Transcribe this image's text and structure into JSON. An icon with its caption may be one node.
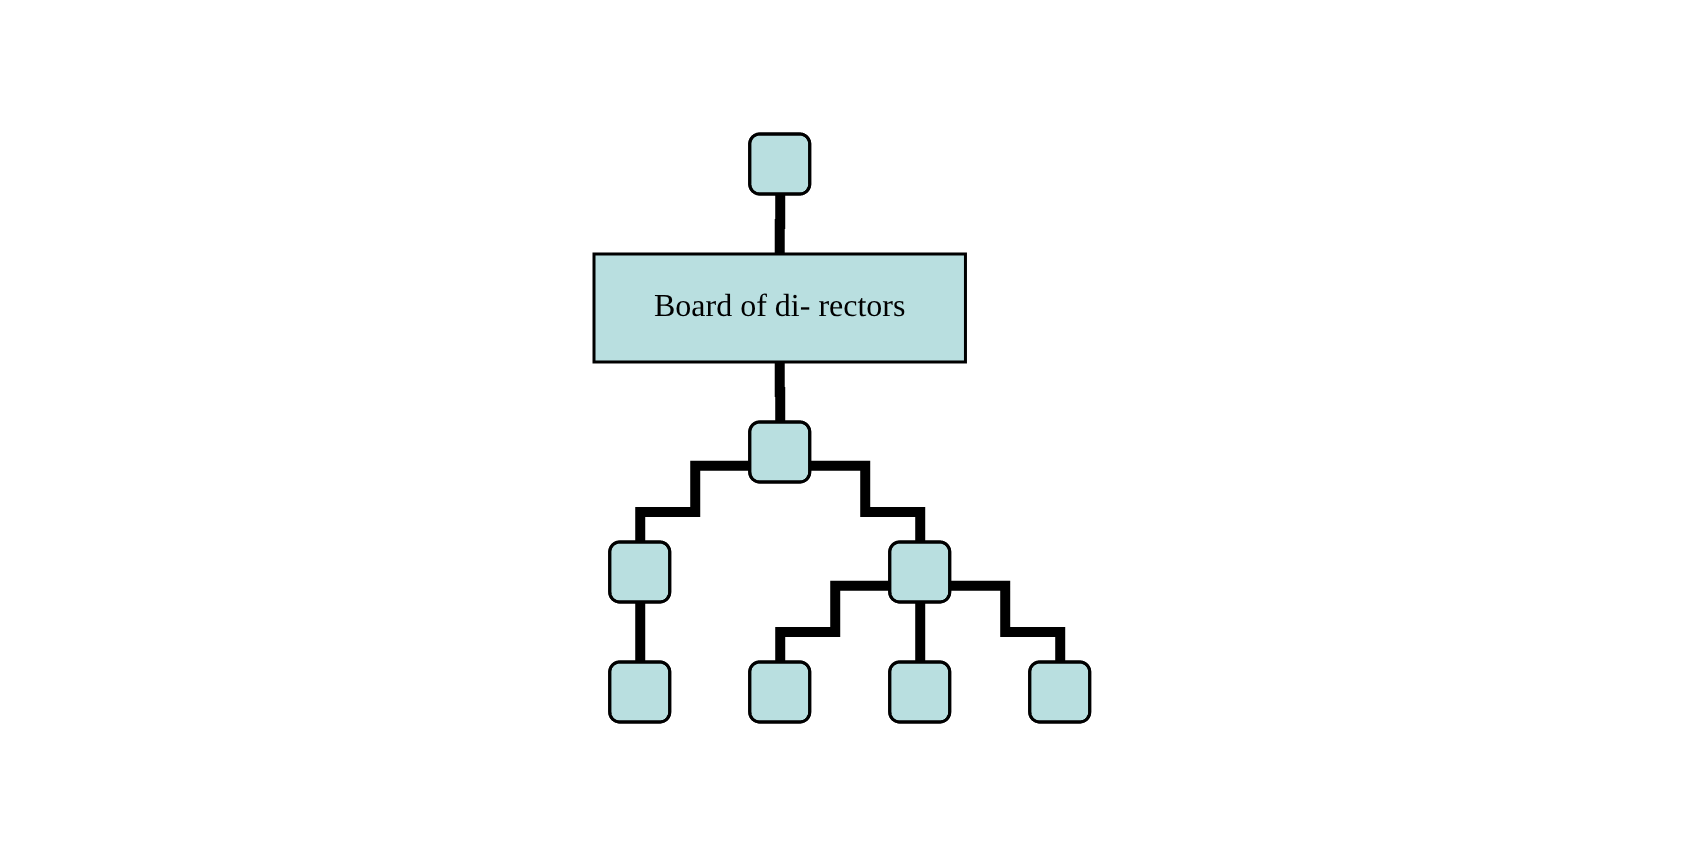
{
  "diagram": {
    "nodes": [
      {
        "text": [],
        "shape": "box"
      },
      {
        "text": [
          "Board of di- rectors"
        ]
      },
      {
        "text": [],
        "shape": "box"
      },
      {
        "text": [],
        "shape": "box"
      },
      {
        "text": [],
        "shape": "box"
      },
      {
        "text": [],
        "shape": "box"
      },
      {
        "text": [],
        "shape": "box"
      },
      {
        "text": [],
        "shape": "box"
      },
      {
        "text": [],
        "shape": "box"
      }
    ],
    "edges": [
      {
        "from": 0,
        "to": 1,
        "arrow": "none"
      },
      {
        "from": 1,
        "to": 2,
        "arrow": "none"
      },
      {
        "from": 2,
        "to": 3,
        "arrow": "none"
      },
      {
        "from": 2,
        "to": 4,
        "arrow": "none"
      },
      {
        "from": 3,
        "to": 5,
        "arrow": "none"
      },
      {
        "from": 4,
        "to": 6,
        "arrow": "none"
      },
      {
        "from": 4,
        "to": 7,
        "arrow": "none"
      },
      {
        "from": 4,
        "to": 8,
        "arrow": "none"
      }
    ]
  }
}
